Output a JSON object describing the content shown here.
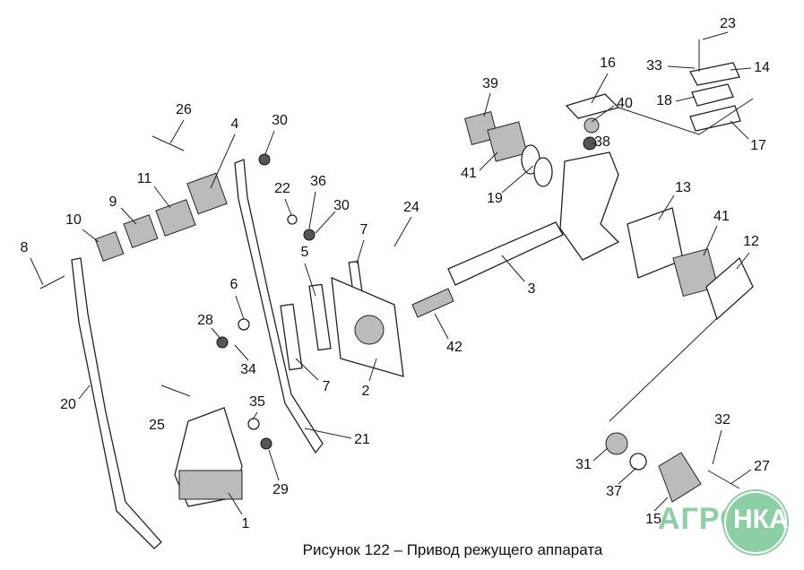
{
  "figure": {
    "caption": "Рисунок 122 – Привод режущего аппарата",
    "logo_text": "АГРОНКА",
    "logo_prefix": "АГРО",
    "logo_suffix": "НКА",
    "labels": [
      "23",
      "33",
      "14",
      "16",
      "39",
      "40",
      "18",
      "38",
      "17",
      "26",
      "4",
      "30",
      "41",
      "19",
      "11",
      "9",
      "22",
      "36",
      "30",
      "13",
      "24",
      "7",
      "41",
      "12",
      "10",
      "8",
      "5",
      "3",
      "6",
      "28",
      "42",
      "34",
      "7",
      "2",
      "20",
      "25",
      "35",
      "21",
      "32",
      "29",
      "31",
      "27",
      "37",
      "1",
      "15"
    ]
  }
}
